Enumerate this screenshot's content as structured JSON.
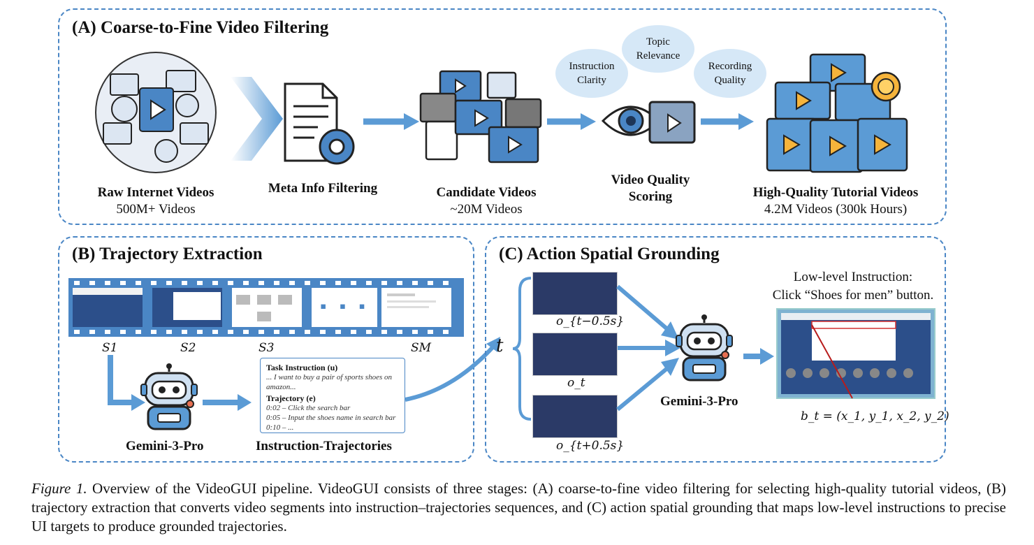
{
  "panels": {
    "a": {
      "title": "(A) Coarse-to-Fine Video Filtering",
      "stages": [
        {
          "name": "Raw Internet Videos",
          "sub": "500M+ Videos"
        },
        {
          "name": "Meta Info Filtering",
          "sub": ""
        },
        {
          "name": "Candidate Videos",
          "sub": "~20M Videos"
        },
        {
          "name": "Video Quality",
          "name2": "Scoring"
        },
        {
          "name": "High-Quality Tutorial Videos",
          "sub": "4.2M Videos (300k Hours)"
        }
      ],
      "bubbles": [
        "Instruction\nClarity",
        "Topic\nRelevance",
        "Recording\nQuality"
      ]
    },
    "b": {
      "title": "(B) Trajectory Extraction",
      "frames": [
        "S1",
        "S2",
        "S3",
        "SM"
      ],
      "ellipsis": "▪ ▪ ▪",
      "model": "Gemini-3-Pro",
      "output": "Instruction-Trajectories",
      "doc": {
        "task_header": "Task Instruction (u)",
        "task_text": "... I want to buy a pair of sports shoes on amazon...",
        "traj_header": "Trajectory (e)",
        "lines": [
          "0:02 – Click the search bar",
          "0:05 – Input the shoes name in search bar",
          "0:10 – ..."
        ]
      }
    },
    "c": {
      "title": "(C) Action Spatial Grounding",
      "t_label": "t",
      "obs": [
        "o_{t−0.5s}",
        "o_t",
        "o_{t+0.5s}"
      ],
      "model": "Gemini-3-Pro",
      "instr_title": "Low-level Instruction:",
      "instr_text": "Click “Shoes for men” button.",
      "bbox_formula": "b_t = (x_1, y_1, x_2, y_2)"
    }
  },
  "caption": {
    "fig": "Figure 1.",
    "text": "Overview of the VideoGUI pipeline. VideoGUI consists of three stages: (A) coarse-to-fine video filtering for selecting high-quality tutorial videos, (B) trajectory extraction that converts video segments into instruction–trajectories sequences, and (C) action spatial grounding that maps low-level instructions to precise UI targets to produce grounded trajectories."
  },
  "colors": {
    "accent": "#4a86c5",
    "arrow": "#5b9bd5",
    "light": "#d6e8f7"
  }
}
